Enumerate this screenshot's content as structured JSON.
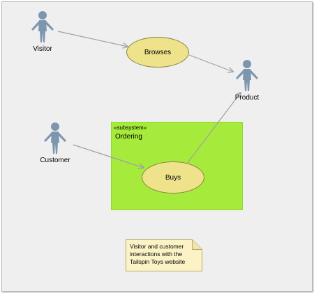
{
  "actors": {
    "visitor": "Visitor",
    "product": "Product",
    "customer": "Customer"
  },
  "use_cases": {
    "browses": "Browses",
    "buys": "Buys"
  },
  "subsystem": {
    "stereotype": "«subsystem»",
    "name": "Ordering"
  },
  "note": {
    "text": "Visitor and customer interactions with the Tailspin Toys website"
  },
  "colors": {
    "actor": "#7d96b0",
    "use_case_fill": "#eee38b",
    "subsystem_fill": "#a6eb3c",
    "note_fill": "#fbf3c6",
    "connector": "#a0a0a0",
    "background": "#efefef"
  }
}
